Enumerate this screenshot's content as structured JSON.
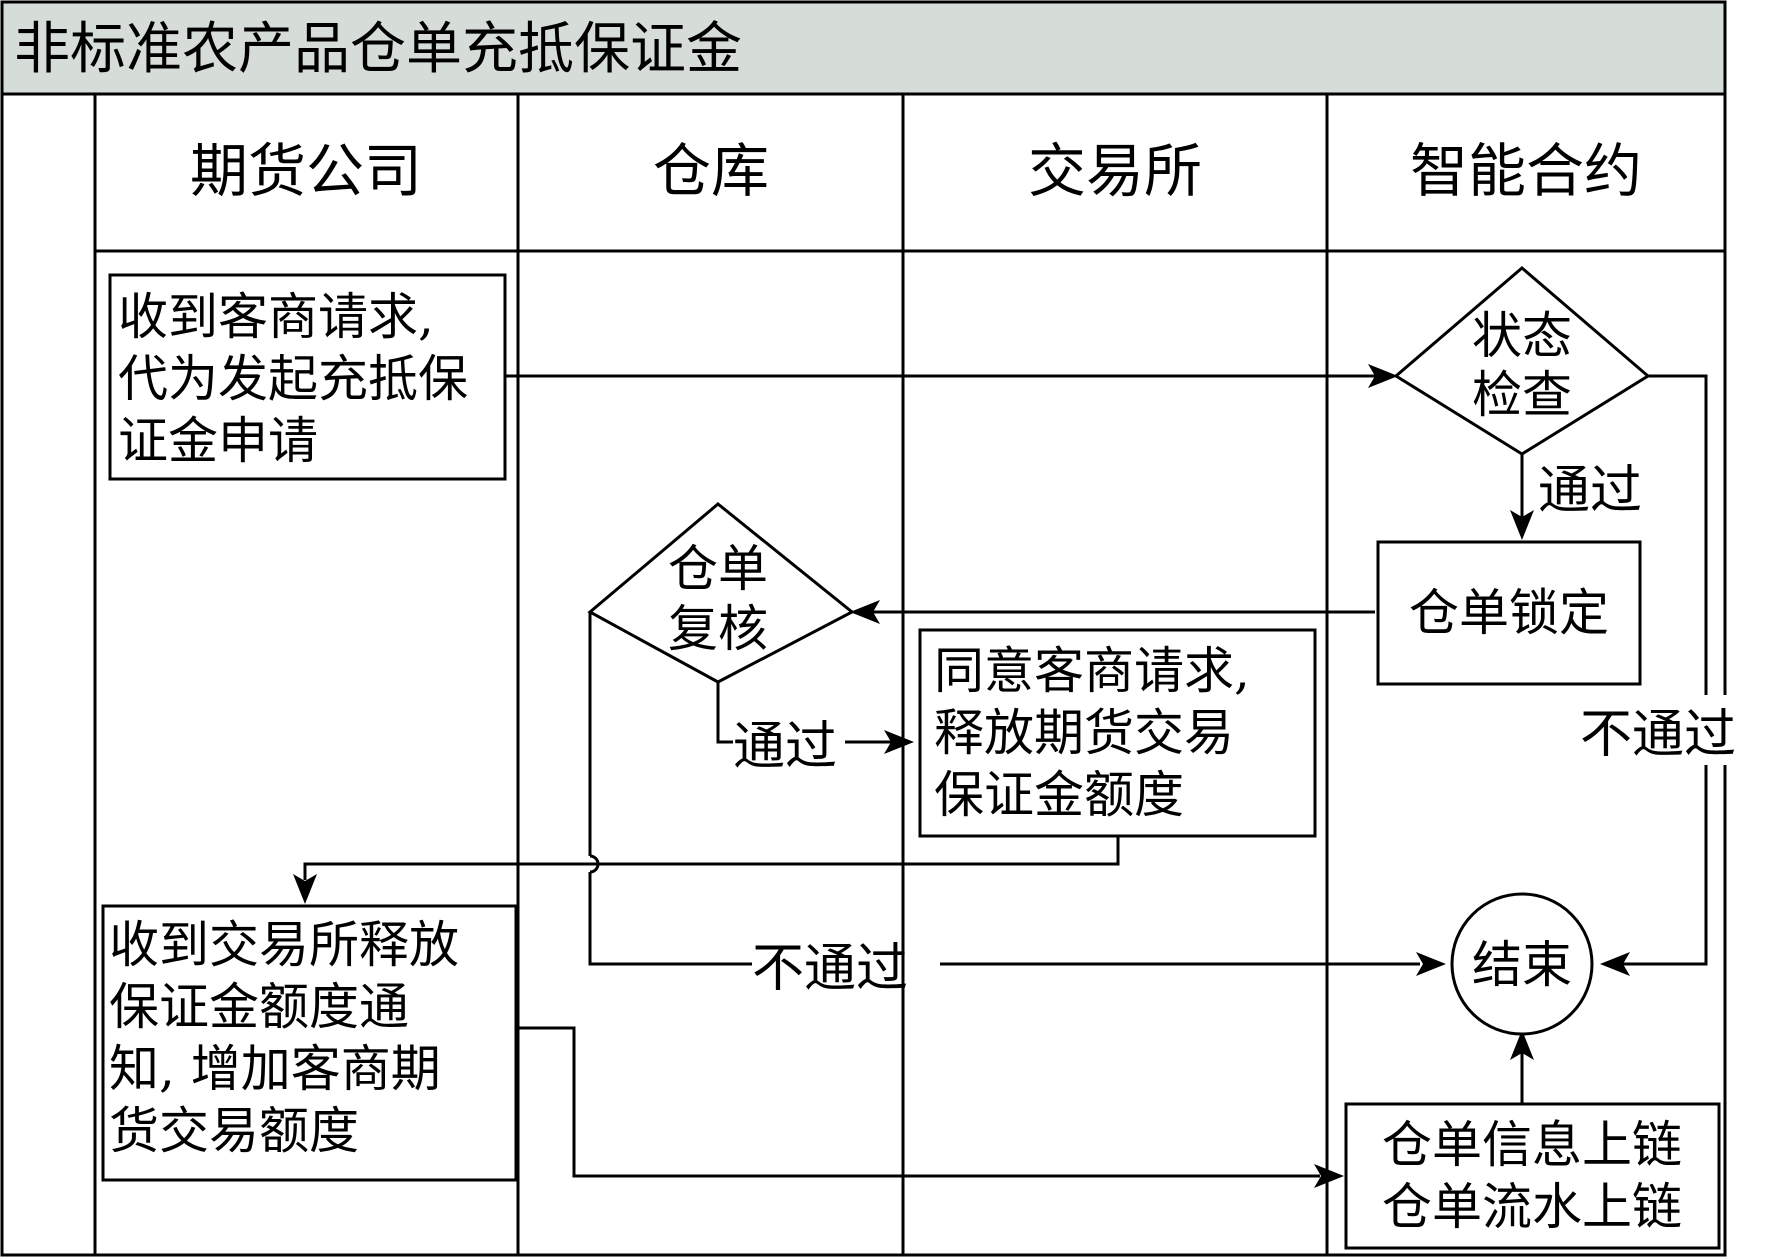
{
  "title": "非标准农产品仓单充抵保证金",
  "lanes": [
    "期货公司",
    "仓库",
    "交易所",
    "智能合约"
  ],
  "nodes": {
    "request": [
      "收到客商请求,",
      "代为发起充抵保",
      "证金申请"
    ],
    "state_check": [
      "状态",
      "检查"
    ],
    "lock": [
      "仓单锁定"
    ],
    "review": [
      "仓单",
      "复核"
    ],
    "approve": [
      "同意客商请求,",
      "释放期货交易",
      "保证金额度"
    ],
    "notify": [
      "收到交易所释放",
      "保证金额度通",
      "知, 增加客商期",
      "货交易额度"
    ],
    "end": [
      "结束"
    ],
    "onchain": [
      "仓单信息上链",
      "仓单流水上链"
    ]
  },
  "edge_labels": {
    "check_pass": "通过",
    "check_fail": "不通过",
    "review_pass": "通过",
    "review_fail": "不通过"
  },
  "colors": {
    "title_bg": "#d6dcd8",
    "line": "#000000"
  }
}
